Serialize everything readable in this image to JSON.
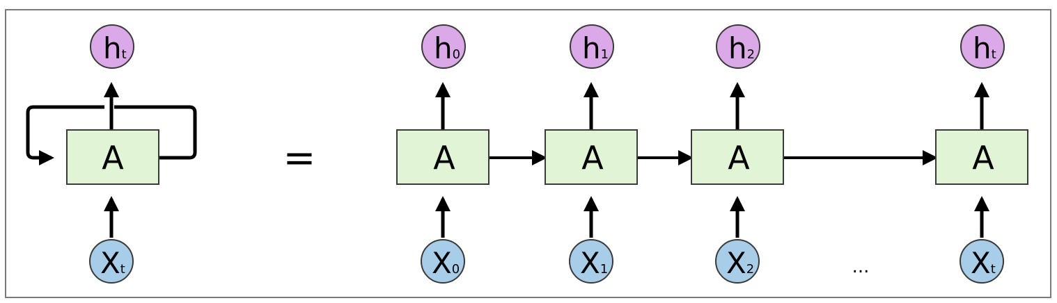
{
  "colors": {
    "cell_fill": "#e2f4d6",
    "cell_stroke": "#3a3a3a",
    "output_fill": "#dba8e8",
    "input_fill": "#a8cde8",
    "arrow": "#000000",
    "frame": "#7a7a7a"
  },
  "folded": {
    "cell_label": "A",
    "output": {
      "main": "h",
      "sub": "t"
    },
    "input": {
      "main": "X",
      "sub": "t"
    }
  },
  "equals_sign": "=",
  "ellipsis": "...",
  "unrolled": [
    {
      "cell_label": "A",
      "output": {
        "main": "h",
        "sub": "0"
      },
      "input": {
        "main": "X",
        "sub": "0"
      }
    },
    {
      "cell_label": "A",
      "output": {
        "main": "h",
        "sub": "1"
      },
      "input": {
        "main": "X",
        "sub": "1"
      }
    },
    {
      "cell_label": "A",
      "output": {
        "main": "h",
        "sub": "2"
      },
      "input": {
        "main": "X",
        "sub": "2"
      }
    },
    {
      "cell_label": "A",
      "output": {
        "main": "h",
        "sub": "t"
      },
      "input": {
        "main": "X",
        "sub": "t"
      }
    }
  ]
}
